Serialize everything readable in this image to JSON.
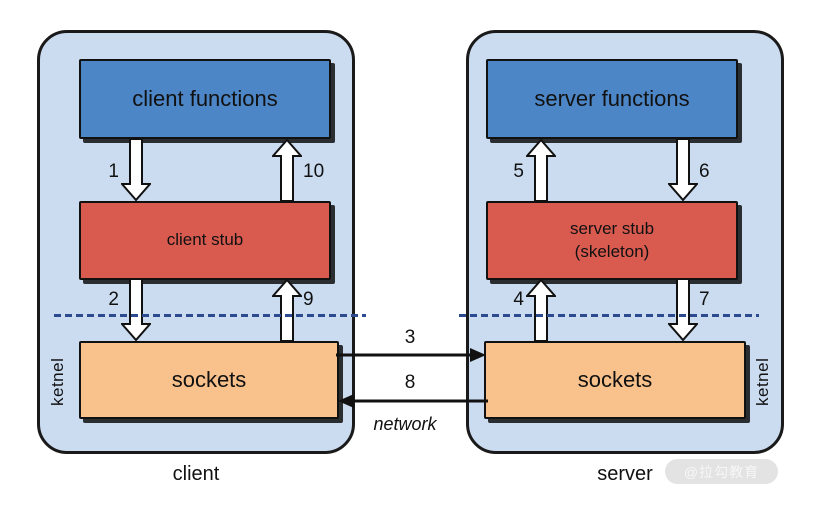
{
  "diagram": {
    "title_hint": "RPC client/server call flow",
    "client": {
      "caption": "client",
      "kernel_label": "ketnel",
      "functions_box": "client functions",
      "stub_box": "client stub",
      "sockets_box": "sockets"
    },
    "server": {
      "caption": "server",
      "kernel_label": "ketnel",
      "functions_box": "server functions",
      "stub_box_line1": "server stub",
      "stub_box_line2": "(skeleton)",
      "sockets_box": "sockets"
    },
    "steps": {
      "s1": "1",
      "s2": "2",
      "s3": "3",
      "s4": "4",
      "s5": "5",
      "s6": "6",
      "s7": "7",
      "s8": "8",
      "s9": "9",
      "s10": "10"
    },
    "network_caption": "network",
    "watermark": "@拉勾教育",
    "colors": {
      "machine_fill": "#cbdcf1",
      "functions_fill": "#4d86c6",
      "stub_fill": "#d95b50",
      "sockets_fill": "#f9c18c",
      "kernel_divider": "#2b4a90",
      "outline": "#111111"
    }
  }
}
